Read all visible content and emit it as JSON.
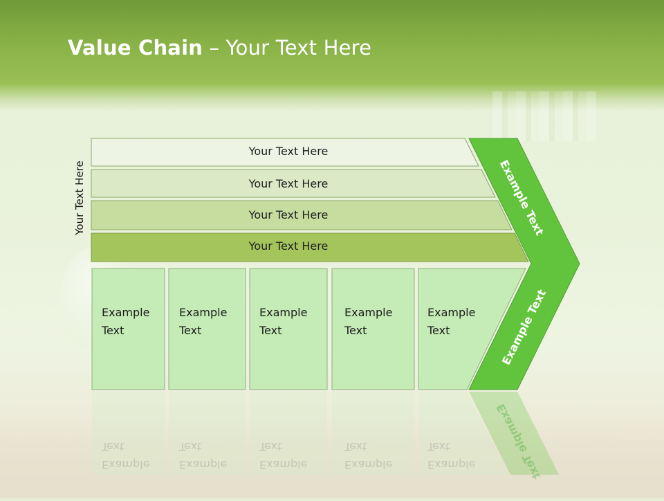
{
  "title": {
    "bold": "Value Chain",
    "rest": " – Your Text Here"
  },
  "side_label": "Your Text Here",
  "support_bars": [
    {
      "label": "Your Text Here"
    },
    {
      "label": "Your Text Here"
    },
    {
      "label": "Your Text Here"
    },
    {
      "label": "Your Text Here"
    }
  ],
  "primary_boxes": [
    {
      "line1": "Example",
      "line2": "Text"
    },
    {
      "line1": "Example",
      "line2": "Text"
    },
    {
      "line1": "Example",
      "line2": "Text"
    },
    {
      "line1": "Example",
      "line2": "Text"
    },
    {
      "line1": "Example",
      "line2": "Text"
    }
  ],
  "margin_arrow": {
    "top_label": "Example Text",
    "bottom_label": "Example Text"
  },
  "colors": {
    "header": "#86b045",
    "bar1": "#eef4e4",
    "bar2": "#dbe9c6",
    "bar3": "#c7dd9f",
    "bar4": "#a3c55c",
    "box_fill": "#c5ebb6",
    "margin_arrow": "#62c43c"
  }
}
